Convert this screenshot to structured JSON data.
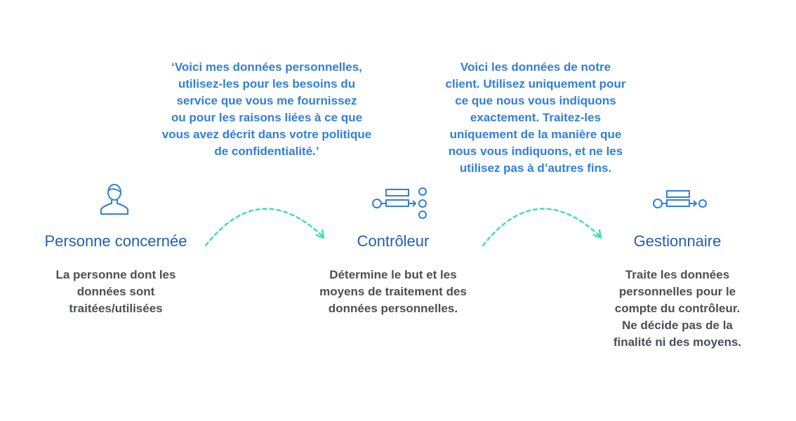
{
  "quotes": {
    "data_subject_quote": "‘Voici mes données personnelles,\nutilisez-les pour les besoins du\nservice que vous me fournissez\nou pour les raisons liées à ce que\nvous avez décrit dans votre politique\nde confidentialité.’",
    "controller_quote": "Voici les données de notre\nclient. Utilisez uniquement pour\nce que nous vous indiquons\nexactement. Traitez-les\nuniquement de la manière que\nnous vous indiquons, et ne les\nutilisez pas à d’autres fins."
  },
  "roles": [
    {
      "title": "Personne concernée",
      "description": "La personne dont les\ndonnées sont\ntraitées/utilisées",
      "icon": "person-icon"
    },
    {
      "title": "Contrôleur",
      "description": "Détermine le but et les\nmoyens de traitement des\ndonnées personnelles.",
      "icon": "controller-flow-icon"
    },
    {
      "title": "Gestionnaire",
      "description": "Traite les données\npersonnelles pour le\ncompte du contrôleur.\nNe décide pas de la\nfinalité ni des moyens.",
      "icon": "processor-flow-icon"
    }
  ],
  "colors": {
    "quote_text": "#2f7fdd",
    "title_text": "#1f5fb8",
    "description_text": "#4a4f57",
    "icon_stroke": "#2f7fdd",
    "arrow": "#3ee0b4"
  }
}
